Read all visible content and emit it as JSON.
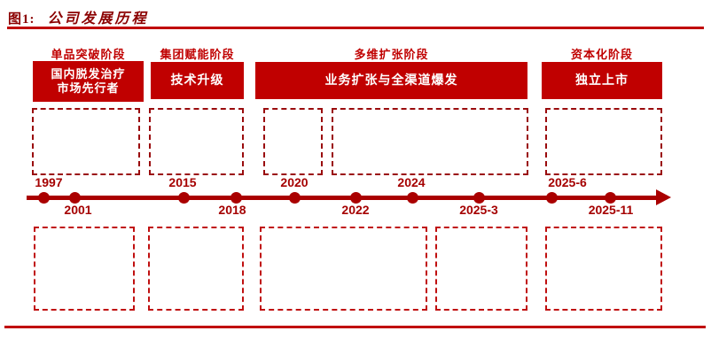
{
  "figure": {
    "title_prefix": "图1:",
    "title_text": "公司发展历程"
  },
  "colors": {
    "title_dark_red": "#8B0000",
    "rule_red": "#C00000",
    "stage_accent_red": "#C00000",
    "milestone_box_bg": "#C00000",
    "milestone_box_text": "#FFFFFF",
    "timeline_red": "#AA0000",
    "dashed_top_border": "#9A0B0D",
    "dashed_bottom_border": "#C01010",
    "background": "#FFFFFF"
  },
  "stages": [
    {
      "label": "单品突破阶段",
      "milestone": "国内脱发治疗\n市场先行者"
    },
    {
      "label": "集团赋能阶段",
      "milestone": "技术升级"
    },
    {
      "label": "多维扩张阶段",
      "milestone": "业务扩张与全渠道爆发"
    },
    {
      "label": "资本化阶段",
      "milestone": "独立上市"
    }
  ],
  "timeline": {
    "direction": "left-to-right",
    "years_above": [
      "1997",
      "2015",
      "2020",
      "2024",
      "2025-6"
    ],
    "years_below": [
      "2001",
      "2018",
      "2022",
      "2025-3",
      "2025-11"
    ],
    "all_years_in_order": [
      "1997",
      "2001",
      "2015",
      "2018",
      "2020",
      "2022",
      "2024",
      "2025-3",
      "2025-6",
      "2025-11"
    ]
  }
}
